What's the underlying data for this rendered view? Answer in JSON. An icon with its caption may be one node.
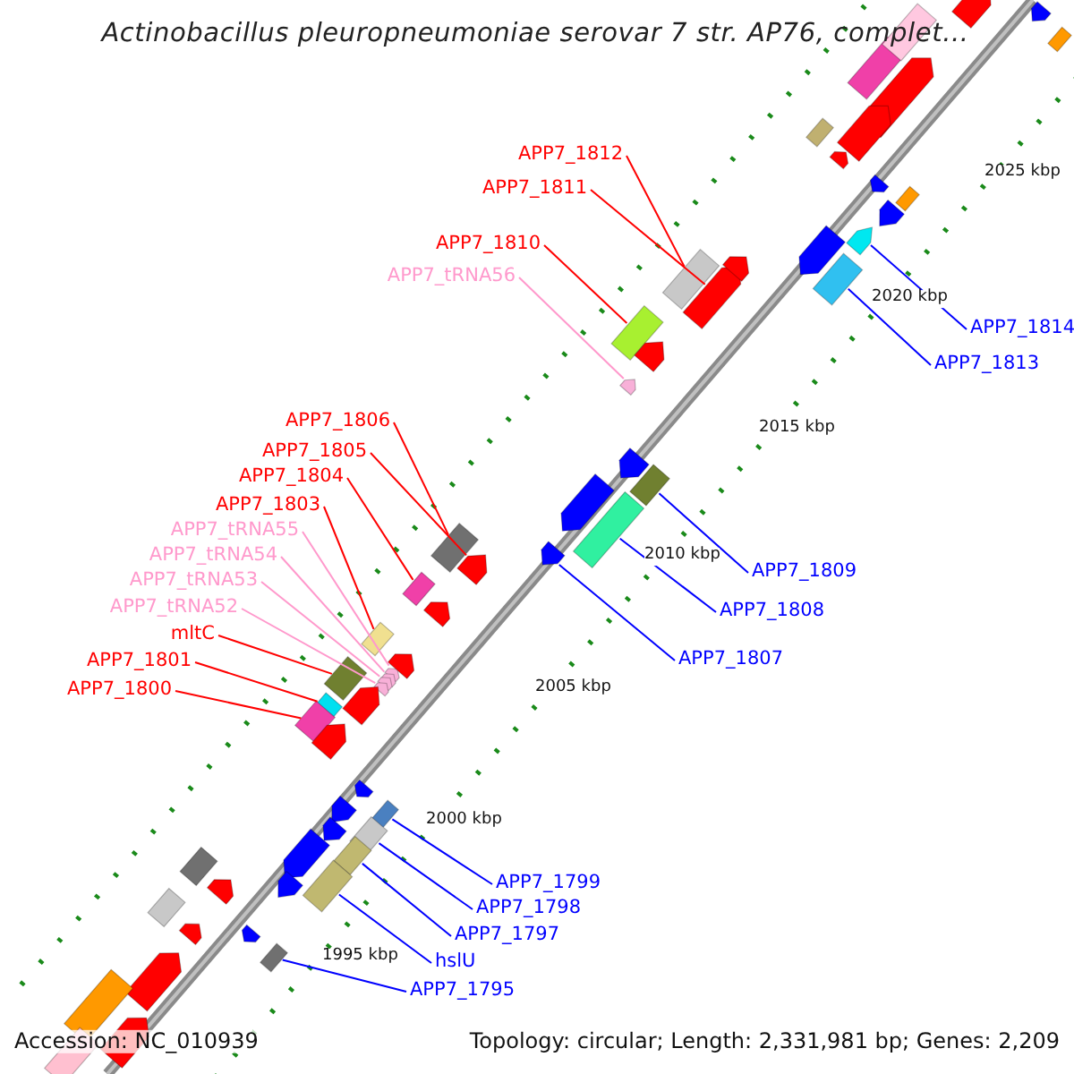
{
  "diagram": {
    "title": "Actinobacillus pleuropneumoniae serovar 7 str. AP76, complet...",
    "nodes": [
      {
        "text": [
          "APP7_1812"
        ]
      },
      {
        "text": [
          "APP7_1811"
        ]
      },
      {
        "text": [
          "APP7_1810"
        ]
      },
      {
        "text": [
          "APP7_tRNA56"
        ]
      },
      {
        "text": [
          "APP7_1814"
        ]
      },
      {
        "text": [
          "APP7_1813"
        ]
      },
      {
        "text": [
          "APP7_1806"
        ]
      },
      {
        "text": [
          "APP7_1805"
        ]
      },
      {
        "text": [
          "APP7_1804"
        ]
      },
      {
        "text": [
          "APP7_1803"
        ]
      },
      {
        "text": [
          "APP7_tRNA55"
        ]
      },
      {
        "text": [
          "APP7_tRNA54"
        ]
      },
      {
        "text": [
          "APP7_1809"
        ]
      },
      {
        "text": [
          "APP7_tRNA53"
        ]
      },
      {
        "text": [
          "APP7_tRNA52"
        ]
      },
      {
        "text": [
          "APP7_1808"
        ]
      },
      {
        "text": [
          "mltC"
        ]
      },
      {
        "text": [
          "APP7_1807"
        ]
      },
      {
        "text": [
          "APP7_1801"
        ]
      },
      {
        "text": [
          "APP7_1800"
        ]
      },
      {
        "text": [
          "APP7_1799"
        ]
      },
      {
        "text": [
          "APP7_1798"
        ]
      },
      {
        "text": [
          "APP7_1797"
        ]
      },
      {
        "text": [
          "hslU"
        ]
      },
      {
        "text": [
          "APP7_1795"
        ]
      },
      {
        "text": [],
        "shape": "box"
      },
      {
        "text": [],
        "shape": "arrow"
      },
      {
        "text": [],
        "shape": "box"
      },
      {
        "text": [],
        "shape": "arrow"
      },
      {
        "text": [],
        "shape": "arrow"
      },
      {
        "text": [],
        "shape": "box"
      },
      {
        "text": [],
        "shape": "box"
      },
      {
        "text": [],
        "shape": "arrow"
      },
      {
        "text": [],
        "shape": "box"
      },
      {
        "text": [],
        "shape": "box"
      },
      {
        "text": [],
        "shape": "arrow"
      },
      {
        "text": [],
        "shape": "arrow"
      },
      {
        "text": [],
        "shape": "box"
      },
      {
        "text": [],
        "shape": "arrow"
      },
      {
        "text": [],
        "shape": "arrow"
      },
      {
        "text": [],
        "shape": "box"
      },
      {
        "text": [],
        "shape": "box"
      },
      {
        "text": [],
        "shape": "arrow"
      },
      {
        "text": [],
        "shape": "box"
      },
      {
        "text": [],
        "shape": "box"
      },
      {
        "text": [],
        "shape": "box"
      },
      {
        "text": [],
        "shape": "box"
      },
      {
        "text": [],
        "shape": "box"
      },
      {
        "text": [],
        "shape": "box"
      },
      {
        "text": [],
        "shape": "box"
      },
      {
        "text": [],
        "shape": "arrow"
      },
      {
        "text": [],
        "shape": "arrow"
      },
      {
        "text": [],
        "shape": "box"
      },
      {
        "text": [],
        "shape": "box"
      },
      {
        "text": [],
        "shape": "arrow"
      },
      {
        "text": [],
        "shape": "box"
      },
      {
        "text": [],
        "shape": "arrow"
      },
      {
        "text": [],
        "shape": "arrow"
      },
      {
        "text": [],
        "shape": "box"
      },
      {
        "text": [],
        "shape": "arrow"
      },
      {
        "text": [],
        "shape": "arrow"
      },
      {
        "text": [],
        "shape": "arrow"
      },
      {
        "text": [],
        "shape": "box"
      },
      {
        "text": [],
        "shape": "arrow"
      },
      {
        "text": [],
        "shape": "arrow"
      },
      {
        "text": [],
        "shape": "arrow"
      },
      {
        "text": [],
        "shape": "arrow"
      },
      {
        "text": [],
        "shape": "arrow"
      },
      {
        "text": [],
        "shape": "arrow"
      },
      {
        "text": [],
        "shape": "arrow"
      },
      {
        "text": [],
        "shape": "arrow"
      },
      {
        "text": [],
        "shape": "arrow"
      },
      {
        "text": [],
        "shape": "arrow"
      },
      {
        "text": [],
        "shape": "arrow"
      },
      {
        "text": [],
        "shape": "arrow"
      },
      {
        "text": [],
        "shape": "arrow"
      },
      {
        "text": [],
        "shape": "arrow"
      },
      {
        "text": [],
        "shape": "box"
      },
      {
        "text": [],
        "shape": "arrow"
      },
      {
        "text": [],
        "shape": "box"
      },
      {
        "text": [],
        "shape": "arrow"
      },
      {
        "text": [],
        "shape": "arrow"
      },
      {
        "text": [],
        "shape": "box"
      },
      {
        "text": [],
        "shape": "arrow"
      },
      {
        "text": [],
        "shape": "box"
      }
    ],
    "edges": [
      {
        "from": 0,
        "to": 25,
        "arrow": "none",
        "color": "#ff0000"
      },
      {
        "from": 1,
        "to": 26,
        "arrow": "none",
        "color": "#ff0000"
      },
      {
        "from": 2,
        "to": 27,
        "arrow": "none",
        "color": "#ff0000"
      },
      {
        "from": 3,
        "to": 28,
        "arrow": "none",
        "color": "#ff99cc"
      },
      {
        "from": 4,
        "to": 29,
        "arrow": "none",
        "color": "#0000ff"
      },
      {
        "from": 5,
        "to": 30,
        "arrow": "none",
        "color": "#0000ff"
      },
      {
        "from": 6,
        "to": 31,
        "arrow": "none",
        "color": "#ff0000"
      },
      {
        "from": 7,
        "to": 32,
        "arrow": "none",
        "color": "#ff0000"
      },
      {
        "from": 8,
        "to": 33,
        "arrow": "none",
        "color": "#ff0000"
      },
      {
        "from": 9,
        "to": 34,
        "arrow": "none",
        "color": "#ff0000"
      },
      {
        "from": 10,
        "to": 35,
        "arrow": "none",
        "color": "#ff99cc"
      },
      {
        "from": 11,
        "to": 36,
        "arrow": "none",
        "color": "#ff99cc"
      },
      {
        "from": 12,
        "to": 37,
        "arrow": "none",
        "color": "#0000ff"
      },
      {
        "from": 13,
        "to": 38,
        "arrow": "none",
        "color": "#ff99cc"
      },
      {
        "from": 14,
        "to": 39,
        "arrow": "none",
        "color": "#ff99cc"
      },
      {
        "from": 15,
        "to": 40,
        "arrow": "none",
        "color": "#0000ff"
      },
      {
        "from": 16,
        "to": 41,
        "arrow": "none",
        "color": "#ff0000"
      },
      {
        "from": 17,
        "to": 42,
        "arrow": "none",
        "color": "#0000ff"
      },
      {
        "from": 18,
        "to": 43,
        "arrow": "none",
        "color": "#ff0000"
      },
      {
        "from": 19,
        "to": 44,
        "arrow": "none",
        "color": "#ff0000"
      },
      {
        "from": 20,
        "to": 45,
        "arrow": "none",
        "color": "#0000ff"
      },
      {
        "from": 21,
        "to": 46,
        "arrow": "none",
        "color": "#0000ff"
      },
      {
        "from": 22,
        "to": 47,
        "arrow": "none",
        "color": "#0000ff"
      },
      {
        "from": 23,
        "to": 48,
        "arrow": "none",
        "color": "#0000ff"
      },
      {
        "from": 24,
        "to": 49,
        "arrow": "none",
        "color": "#0000ff"
      }
    ],
    "labels": [
      "2025 kbp",
      "2020 kbp",
      "2015 kbp",
      "2010 kbp",
      "2005 kbp",
      "2000 kbp",
      "1995 kbp",
      "Accession: NC_010939",
      "Topology: circular; Length: 2,331,981 bp; Genes: 2,209"
    ]
  }
}
